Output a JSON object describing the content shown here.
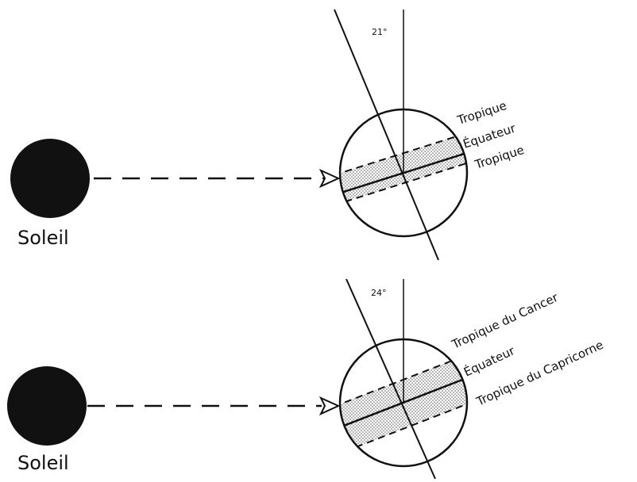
{
  "panels": [
    {
      "sun_label": "Soleil",
      "tilt_label": "21°",
      "band_labels": {
        "upper": "Tropique",
        "equator": "Équateur",
        "lower": "Tropique"
      }
    },
    {
      "sun_label": "Soleil",
      "tilt_label": "24°",
      "band_labels": {
        "upper": "Tropique du Cancer",
        "equator": "Équateur",
        "lower": "Tropique du Capricorne"
      }
    }
  ],
  "icons": [
    "sun-icon",
    "arrow-icon",
    "earth-icon"
  ],
  "colors": {
    "ink": "#111111",
    "band_fill": "#d8d8d8",
    "background": "#ffffff"
  }
}
